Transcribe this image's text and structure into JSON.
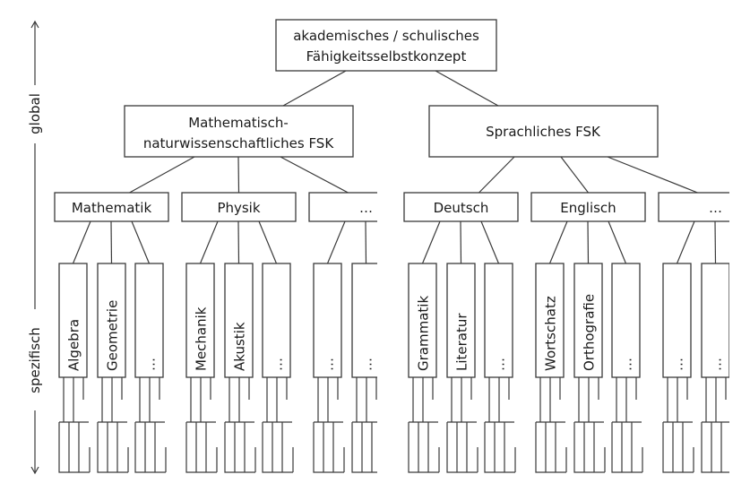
{
  "axis": {
    "top_label": "global",
    "bottom_label": "spezifisch"
  },
  "root": {
    "line1": "akademisches / schulisches",
    "line2": "Fähigkeitsselbstkonzept"
  },
  "domains": [
    {
      "line1": "Mathematisch-",
      "line2": "naturwissenschaftliches FSK",
      "subjects": [
        {
          "label": "Mathematik",
          "facets": [
            "Algebra",
            "Geometrie",
            "…"
          ]
        },
        {
          "label": "Physik",
          "facets": [
            "Mechanik",
            "Akustik",
            "…"
          ]
        },
        {
          "label": "…",
          "facets": [
            "…",
            "…"
          ]
        }
      ]
    },
    {
      "line1": "Sprachliches FSK",
      "line2": "",
      "subjects": [
        {
          "label": "Deutsch",
          "facets": [
            "Grammatik",
            "Literatur",
            "…"
          ]
        },
        {
          "label": "Englisch",
          "facets": [
            "Wortschatz",
            "Orthografie",
            "…"
          ]
        },
        {
          "label": "…",
          "facets": [
            "…",
            "…"
          ]
        }
      ]
    }
  ]
}
